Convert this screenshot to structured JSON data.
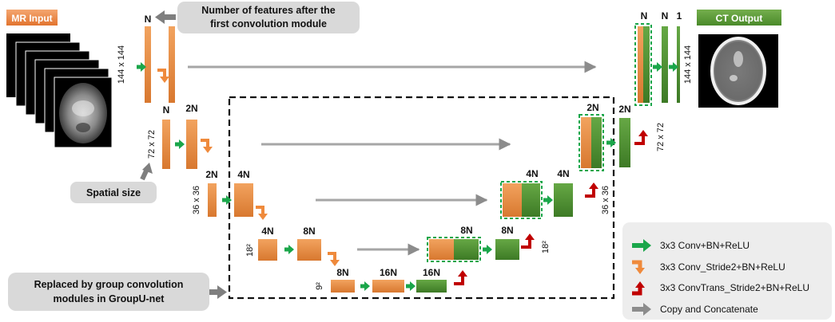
{
  "colors": {
    "orange": "#e0823e",
    "orange_dark": "#b9601f",
    "green": "#4a8c2f",
    "green_dark": "#2f6b1c",
    "green_arrow": "#1aa64a",
    "red_arrow": "#c00000",
    "gray_arrow": "#8c8c8c",
    "callout_bg": "#d9d9d9",
    "mr_header": "#ed8a4a",
    "ct_header": "#5b9a35"
  },
  "labels": {
    "mr_input": "MR Input",
    "ct_output": "CT Output",
    "features_note": "Number of features after the first convolution module",
    "spatial_size": "Spatial size",
    "group_note": "Replaced by group convolution modules in GroupU-net"
  },
  "channels": {
    "n": "N",
    "n2": "2N",
    "n4": "4N",
    "n8": "8N",
    "n16": "16N",
    "one": "1"
  },
  "sizes": {
    "s144": "144 x 144",
    "s72": "72 x 72",
    "s36": "36 x 36",
    "s18": "18²",
    "s9": "9²"
  },
  "legend": [
    {
      "icon": "green-arrow-icon",
      "text": "3x3 Conv+BN+ReLU"
    },
    {
      "icon": "orange-down-arrow-icon",
      "text": "3x3 Conv_Stride2+BN+ReLU"
    },
    {
      "icon": "red-up-arrow-icon",
      "text": "3x3 ConvTrans_Stride2+BN+ReLU"
    },
    {
      "icon": "gray-arrow-icon",
      "text": "Copy and Concatenate"
    }
  ]
}
